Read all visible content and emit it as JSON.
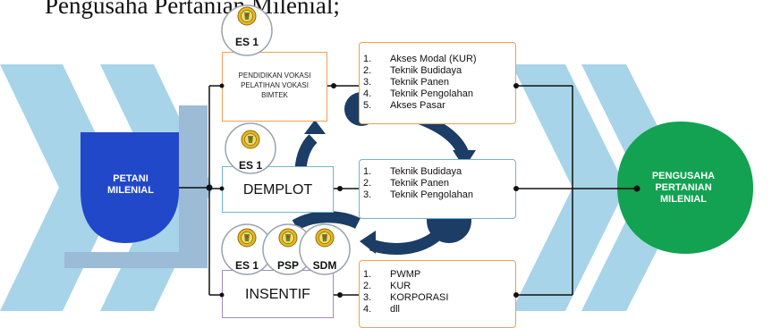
{
  "title": "Pengusaha Pertanian Milenial;",
  "left_node": {
    "label_line1": "PETANI",
    "label_line2": "MILENIAL",
    "color": "#2148c9"
  },
  "right_node": {
    "label_line1": "PENGUSAHA",
    "label_line2": "PERTANIAN",
    "label_line3": "MILENIAL",
    "color": "#12a251"
  },
  "badges": {
    "es1_top": "ES 1",
    "es1_mid": "ES 1",
    "es1_bot": "ES 1",
    "psp": "PSP",
    "sdm": "SDM"
  },
  "programs": {
    "vokasi": {
      "line1": "PENDIDIKAN VOKASI",
      "line2": "PELATIHAN VOKASI",
      "line3": "BIMTEK"
    },
    "demplot": "DEMPLOT",
    "insentif": "INSENTIF"
  },
  "list1": [
    {
      "num": "1.",
      "text": "Akses Modal (KUR)"
    },
    {
      "num": "2.",
      "text": "Teknik Budidaya"
    },
    {
      "num": "3.",
      "text": "Teknik Panen"
    },
    {
      "num": "4.",
      "text": "Teknik Pengolahan"
    },
    {
      "num": "5.",
      "text": "Akses Pasar"
    }
  ],
  "list2": [
    {
      "num": "1.",
      "text": "Teknik Budidaya"
    },
    {
      "num": "2.",
      "text": "Teknik Panen"
    },
    {
      "num": "3.",
      "text": "Teknik Pengolahan"
    }
  ],
  "list3": [
    {
      "num": "1.",
      "text": "PWMP"
    },
    {
      "num": "2.",
      "text": "KUR"
    },
    {
      "num": "3.",
      "text": "KORPORASI"
    },
    {
      "num": "4.",
      "text": "dll"
    }
  ],
  "colors": {
    "cycle": "#1b3d66",
    "chevron": "#a7d4e8",
    "bracket": "#9bbbd7",
    "orange": "#f0a052",
    "teal": "#6fb7c9",
    "purple": "#a289c6"
  },
  "icons": {
    "badge": "gold-emblem-icon"
  }
}
